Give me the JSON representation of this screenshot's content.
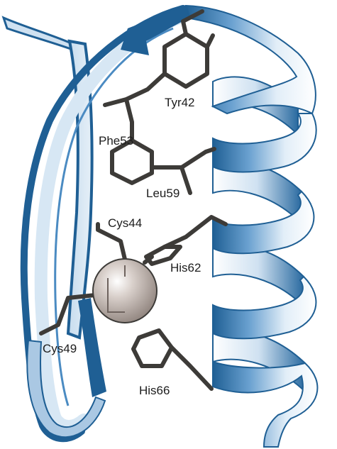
{
  "labels": {
    "tyr42": "Tyr42",
    "phe53": "Phe53",
    "leu59": "Leu59",
    "cys44": "Cys44",
    "his62": "His62",
    "cys49": "Cys49",
    "his66": "His66"
  },
  "colors": {
    "ribbon_dark": "#1f5f94",
    "ribbon_mid": "#4b8bc2",
    "ribbon_light": "#dbe9f5",
    "sidechain": "#3d3b38",
    "metal_ion": "#b8aca6"
  }
}
